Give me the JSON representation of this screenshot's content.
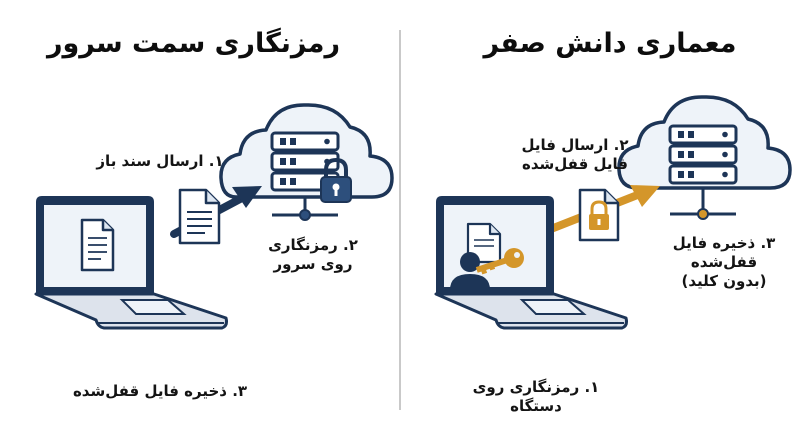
{
  "left_panel": {
    "title": "رمزنگاری سمت سرور",
    "step1": "۱. ارسال سند باز",
    "step2_line1": "۲. رمزنگاری",
    "step2_line2": "روی سرور",
    "step3": "۳. ذخیره فایل قفل‌شده"
  },
  "right_panel": {
    "title": "معماری دانش صفر",
    "step1_line1": "۱. رمزنگاری روی",
    "step1_line2": "دستگاه",
    "step2_line1": "۲. ارسال فایل",
    "step2_line2": "فایل قفل‌شده",
    "step3_line1": "۳. ذخیره فایل",
    "step3_line2": "قفل‌شده",
    "step3_line3": "(بدون کلید)"
  },
  "colors": {
    "navy": "#1d3557",
    "lock_blue": "#2d4f7c",
    "gold": "#d4962a",
    "light_blue": "#eef3f9"
  }
}
